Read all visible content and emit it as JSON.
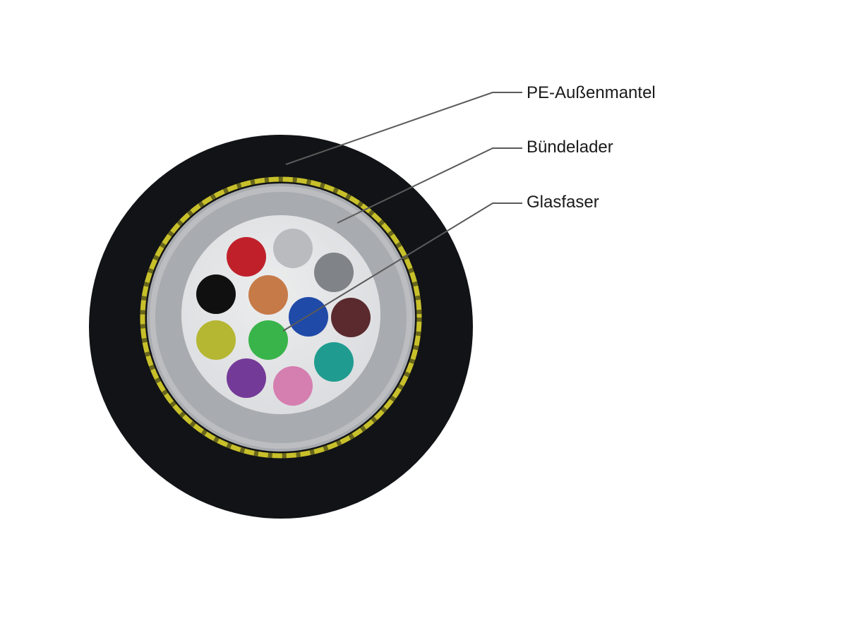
{
  "labels": {
    "outer_jacket": "PE-Außenmantel",
    "buffer_tube": "Bündelader",
    "fiber": "Glasfaser"
  },
  "colors": {
    "jacket": "#111316",
    "armor": "#c8c02a",
    "armor_gap": "#1c1d12",
    "tube": "#a8abaf",
    "tube_highlight": "#c3c5c8",
    "gel": "#e4e5e7",
    "leader_line": "#5a5a5a"
  },
  "fibers": [
    {
      "name": "red",
      "color": "#c0202a"
    },
    {
      "name": "light-gray",
      "color": "#b9bbbe"
    },
    {
      "name": "gray",
      "color": "#808387"
    },
    {
      "name": "black",
      "color": "#101010"
    },
    {
      "name": "orange",
      "color": "#c67a48"
    },
    {
      "name": "blue",
      "color": "#1f4aa8"
    },
    {
      "name": "brown",
      "color": "#5a2a2e"
    },
    {
      "name": "yellow",
      "color": "#b5b732"
    },
    {
      "name": "green",
      "color": "#39b44a"
    },
    {
      "name": "turquoise",
      "color": "#1f9c8f"
    },
    {
      "name": "violet",
      "color": "#743a98"
    },
    {
      "name": "pink",
      "color": "#d57eb0"
    }
  ]
}
